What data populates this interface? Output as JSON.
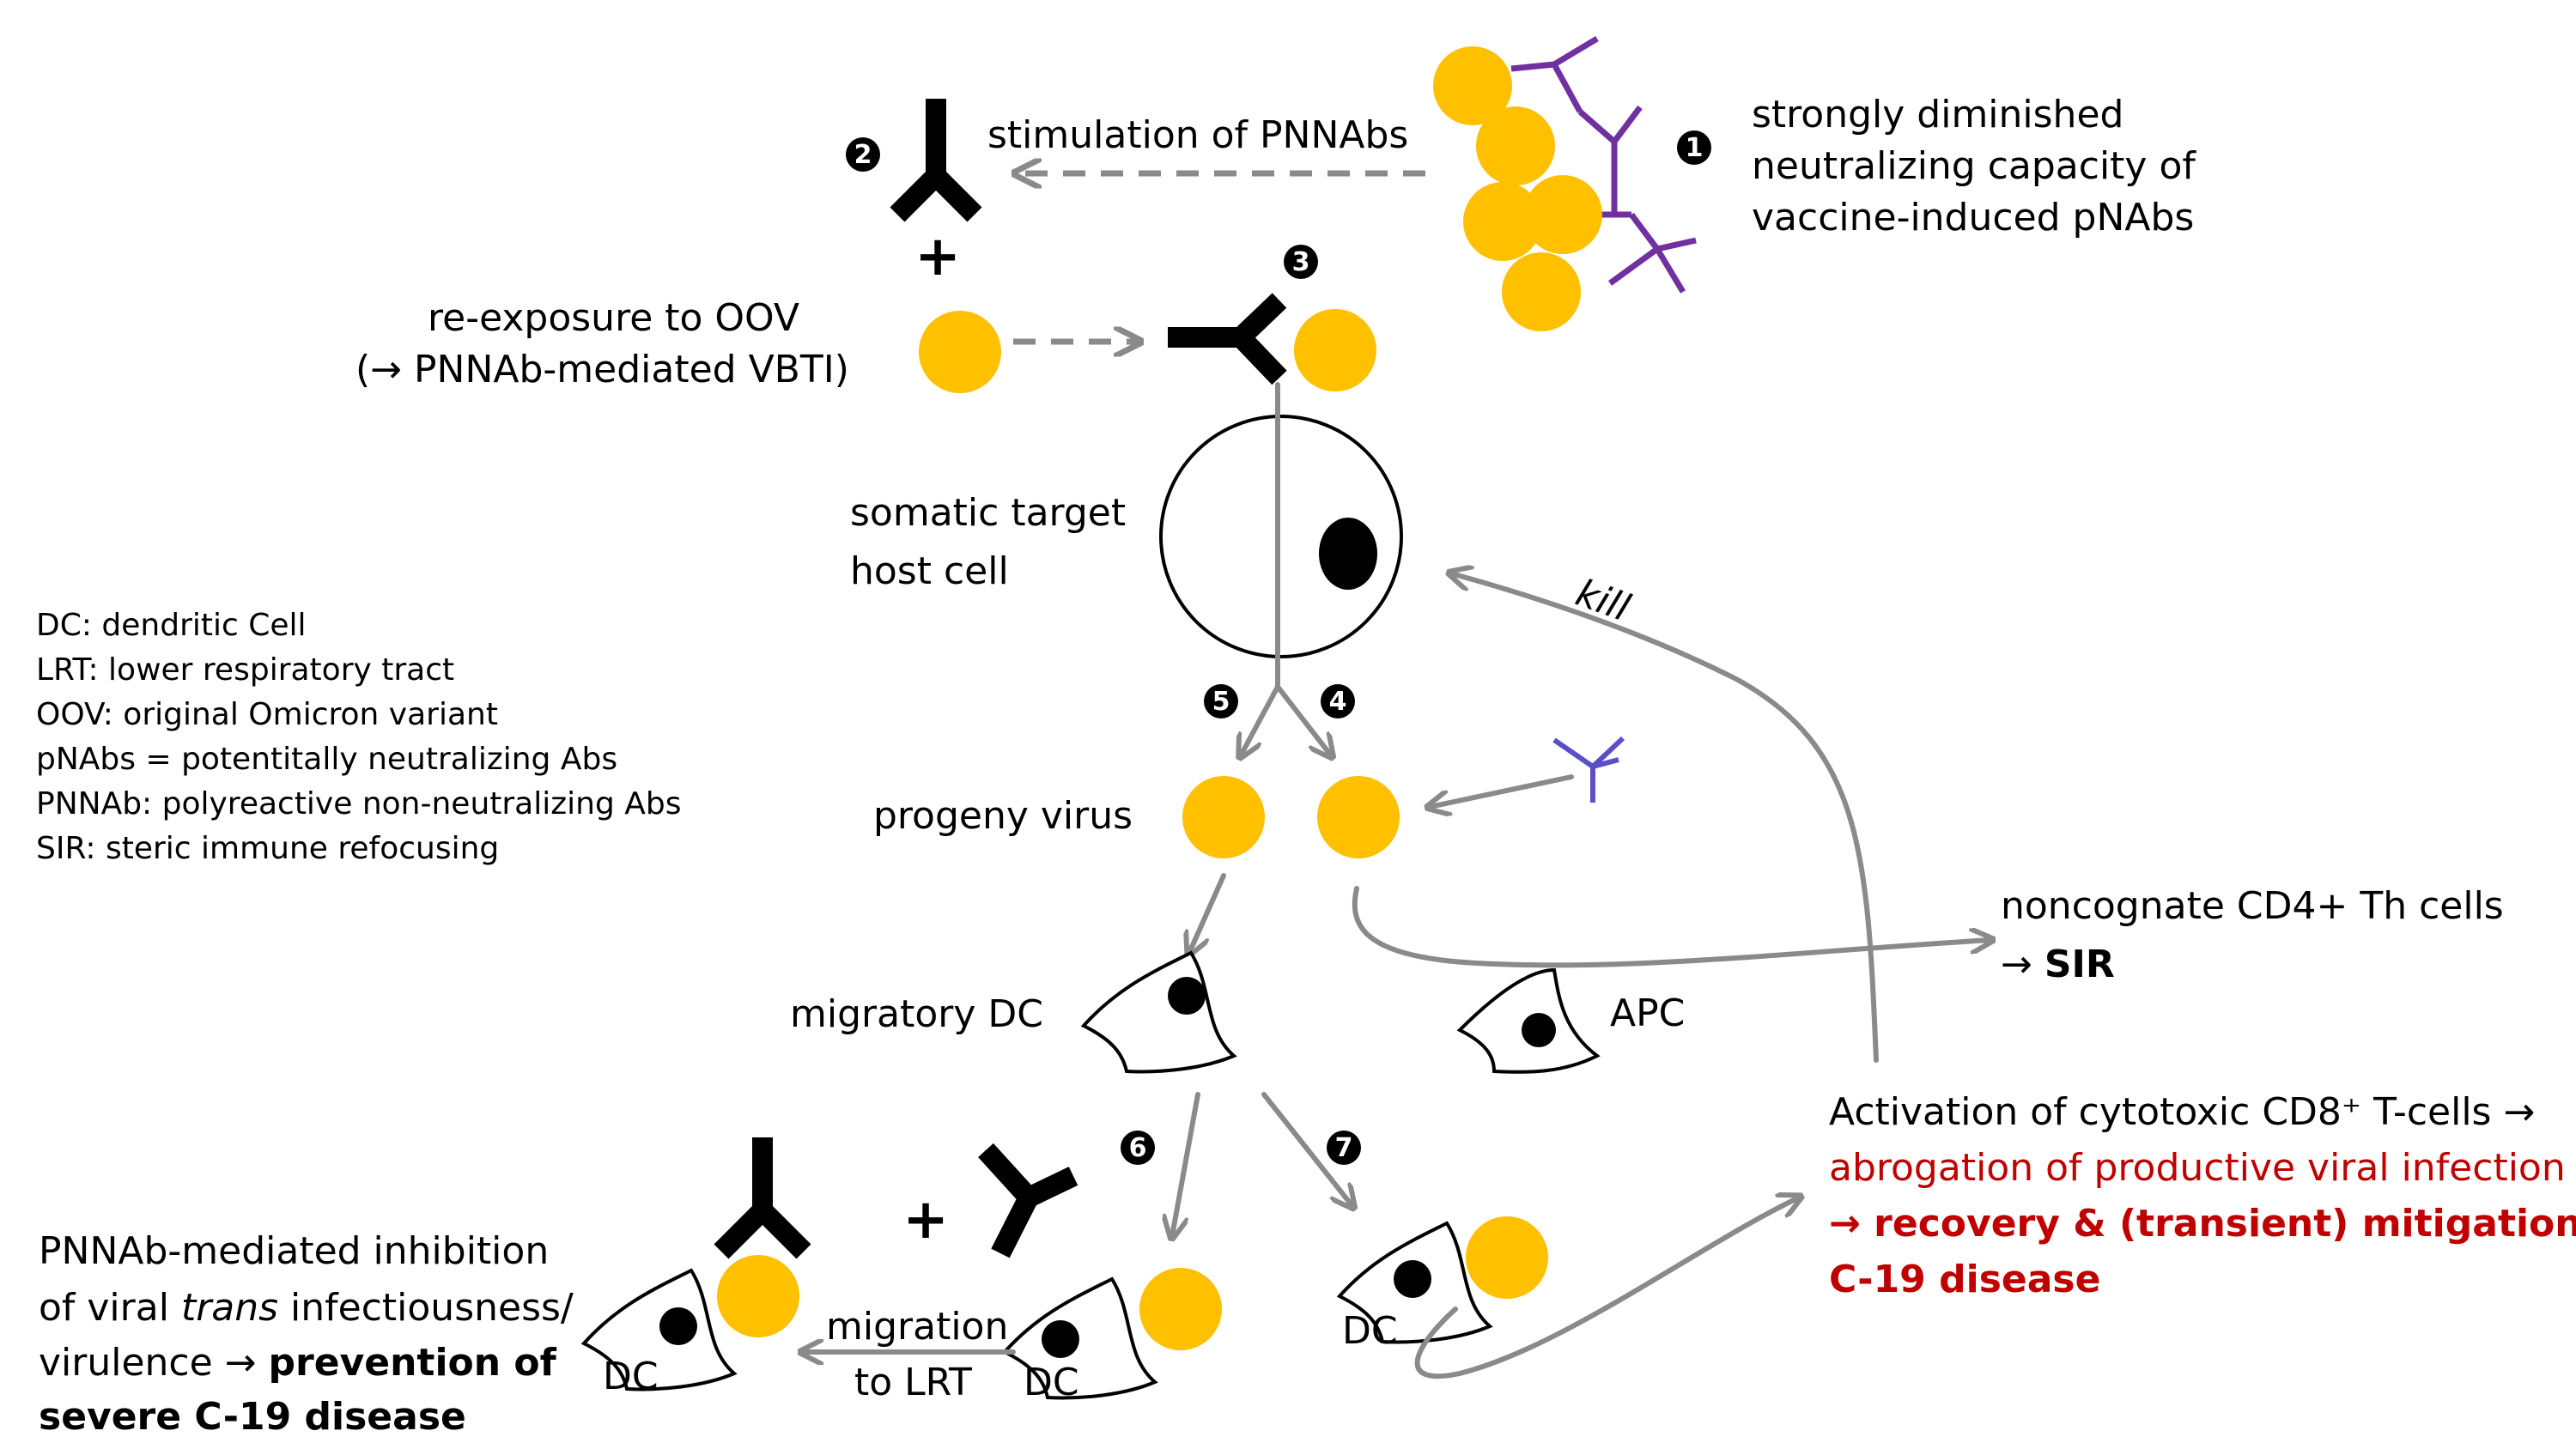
{
  "labels": {
    "stimulation": "stimulation of PNNAbs",
    "plus_top": "+",
    "reexposure_line1": "re-exposure to OOV",
    "reexposure_line2": "(→ PNNAb-mediated VBTI)",
    "diminished_line1": "strongly diminished",
    "diminished_line2": "neutralizing capacity of",
    "diminished_line3": "vaccine-induced pNAbs",
    "somatic_line1": "somatic target",
    "somatic_line2": "host cell",
    "kill": "kill",
    "progeny": "progeny virus",
    "migratory_dc": "migratory DC",
    "apc": "APC",
    "noncognate_line1": "noncognate CD4+ Th cells",
    "noncognate_line2_prefix": "→ ",
    "noncognate_line2_bold": "SIR",
    "activation_line1": "Activation of cytotoxic CD8⁺ T-cells →",
    "activation_line2": "abrogation of productive viral infection",
    "activation_line3": "→ recovery & (transient) mitigation of",
    "activation_line4": "C-19 disease",
    "plus_bottom": "+",
    "migration_line1": "migration",
    "migration_line2": "to LRT",
    "dc": "DC",
    "inhibition_line1": "PNNAb-mediated inhibition",
    "inhibition_line2_pre": "of viral ",
    "inhibition_line2_ital": "trans",
    "inhibition_line2_post": " infectiousness/",
    "inhibition_line3_pre": "virulence → ",
    "inhibition_line3_bold": "prevention of",
    "inhibition_line4": "severe C-19 disease"
  },
  "steps": [
    "1",
    "2",
    "3",
    "4",
    "5",
    "6",
    "7"
  ],
  "legend": [
    "DC: dendritic Cell",
    "LRT: lower respiratory tract",
    "OOV: original Omicron variant",
    "pNAbs  = potentitally neutralizing Abs",
    "PNNAb: polyreactive non-neutralizing Abs",
    "SIR: steric immune refocusing"
  ],
  "colors": {
    "virus": "#ffc000",
    "arrow": "#8a8a8a",
    "pNAb": "#7030a0",
    "antibody_blue": "#5a4fc8",
    "highlight_red": "#c00000"
  }
}
